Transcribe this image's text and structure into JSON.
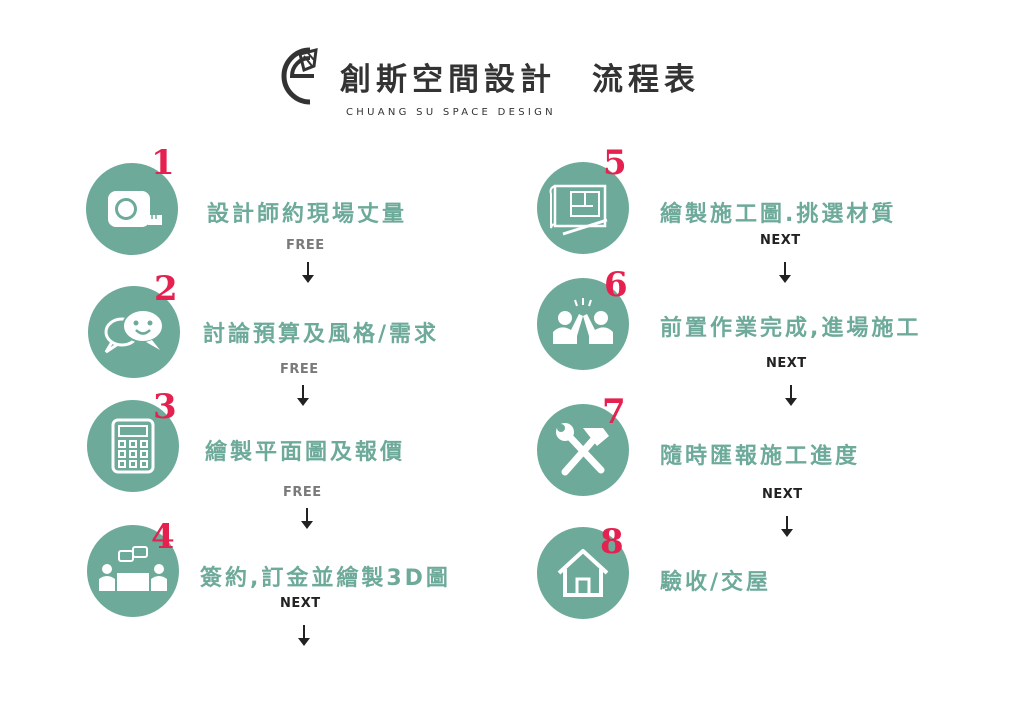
{
  "header": {
    "title": "創斯空間設計　流程表",
    "subtitle": "CHUANG SU SPACE DESIGN"
  },
  "colors": {
    "teal": "#6daa9a",
    "accent": "#e5214f"
  },
  "steps": [
    {
      "number": "1",
      "label": "設計師約現場丈量",
      "tag": "FREE",
      "icon": "measuring-tape-icon"
    },
    {
      "number": "2",
      "label": "討論預算及風格/需求",
      "tag": "FREE",
      "icon": "chat-bubbles-icon"
    },
    {
      "number": "3",
      "label": "繪製平面圖及報價",
      "tag": "FREE",
      "icon": "calculator-icon"
    },
    {
      "number": "4",
      "label": "簽約,訂金並繪製3D圖",
      "tag": "NEXT",
      "icon": "meeting-icon"
    },
    {
      "number": "5",
      "label": "繪製施工圖.挑選材質",
      "tag": "NEXT",
      "icon": "blueprint-icon"
    },
    {
      "number": "6",
      "label": "前置作業完成,進場施工",
      "tag": "NEXT",
      "icon": "high-five-icon"
    },
    {
      "number": "7",
      "label": "隨時匯報施工進度",
      "tag": "NEXT",
      "icon": "hammer-wrench-icon"
    },
    {
      "number": "8",
      "label": "驗收/交屋",
      "tag": "",
      "icon": "house-icon"
    }
  ]
}
